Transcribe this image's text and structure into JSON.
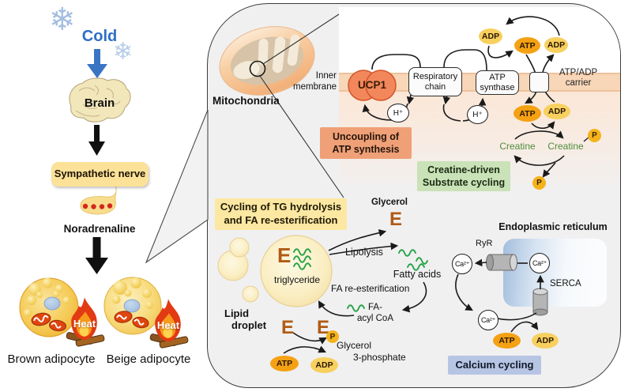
{
  "molecules": {
    "atp": "ATP",
    "adp": "ADP",
    "p": "P",
    "h_plus": "H⁺",
    "ca": "Ca²⁺",
    "enzyme": "E",
    "creatine": "Creatine"
  },
  "left_panel": {
    "cold": "Cold",
    "snowflake": "❄",
    "brain": "Brain",
    "sympathetic_nerve": "Sympathetic nerve",
    "noradrenaline": "Noradrenaline",
    "heat": "Heat",
    "brown_adipocyte": "Brown adipocyte",
    "beige_adipocyte": "Beige adipocyte"
  },
  "mitochondria_section": {
    "mitochondria": "Mitochondria",
    "inner_membrane": "Inner\nmembrane",
    "ucp1": "UCP1",
    "respiratory_chain": "Respiratory\nchain",
    "atp_synthase": "ATP\nsynthase",
    "atp_adp_carrier": "ATP/ADP\ncarrier",
    "uncoupling_box": "Uncoupling of\nATP synthesis",
    "creatine_box": "Creatine-driven\nSubstrate cycling"
  },
  "lipid_section": {
    "title_box": "Cycling of TG hydrolysis\nand FA re-esterification",
    "glycerol": "Glycerol",
    "lipolysis": "Lipolysis",
    "fatty_acids": "Fatty acids",
    "fa_reesterification": "FA re-esterification",
    "fa_acyl_coa": "FA-\nacyl CoA",
    "triglyceride": "triglyceride",
    "lipid_droplet_line1": "Lipid",
    "lipid_droplet_line2": "droplet",
    "glycerol_3p_line1": "Glycerol",
    "glycerol_3p_line2": "3-phosphate"
  },
  "calcium_section": {
    "er_title": "Endoplasmic reticulum",
    "ryr": "RyR",
    "serca": "SERCA",
    "box": "Calcium cycling"
  },
  "colors": {
    "cold_blue": "#2e6fc4",
    "membrane_peach": "#f8d6b8",
    "ucp1_orange": "#f2875c",
    "atp_orange": "#f5a114",
    "adp_yellow": "#f7d05e",
    "box_yellow": "#fce8a2",
    "box_salmon": "#efa077",
    "box_green": "#c9e2b7",
    "box_blue": "#b7c5e4",
    "creatine_green": "#4f8c3c",
    "squiggle_green": "#27a347"
  }
}
